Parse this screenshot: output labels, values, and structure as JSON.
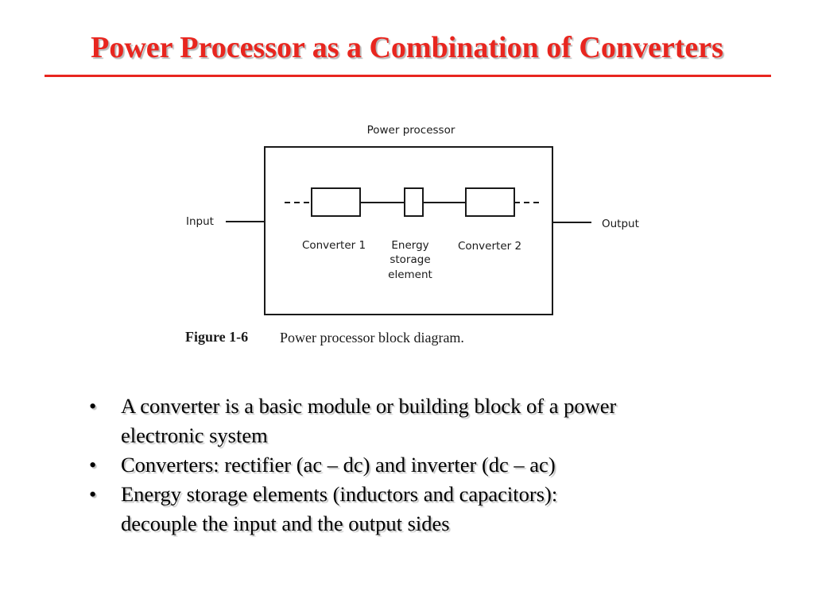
{
  "slide": {
    "title": "Power Processor as a Combination of Converters",
    "accent_color": "#e8261f"
  },
  "figure": {
    "heading": "Power processor",
    "input_label": "Input",
    "output_label": "Output",
    "blocks": {
      "converter1": "Converter 1",
      "energy_storage": [
        "Energy",
        "storage",
        "element"
      ],
      "converter2": "Converter 2"
    },
    "caption_number": "Figure 1-6",
    "caption_text": "Power processor block diagram."
  },
  "bullets": [
    {
      "marker": "•",
      "lines": [
        "A converter is a basic module or building block of a power",
        "electronic system"
      ]
    },
    {
      "marker": "•",
      "lines": [
        "Converters: rectifier (ac – dc) and inverter (dc – ac)"
      ]
    },
    {
      "marker": "•",
      "lines": [
        "Energy storage elements (inductors and capacitors):",
        "decouple the input and the output sides"
      ]
    }
  ]
}
